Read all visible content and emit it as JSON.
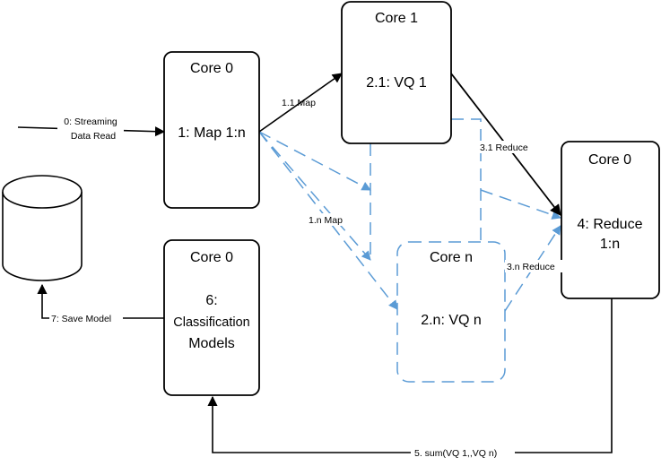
{
  "colors": {
    "stroke": "#000000",
    "dashed": "#5b9bd5",
    "background": "#ffffff"
  },
  "nodes": {
    "map": {
      "title": "Core 0",
      "label": "1: Map 1:n"
    },
    "vq1": {
      "title": "Core 1",
      "label": "2.1: VQ 1"
    },
    "vqn": {
      "title": "Core n",
      "label": "2.n: VQ n"
    },
    "reduce": {
      "title": "Core 0",
      "label_line1": "4: Reduce",
      "label_line2": "1:n"
    },
    "classify": {
      "title": "Core 0",
      "label_line1": "6:",
      "label_line2": "Classification",
      "label_line3": "Models"
    },
    "database": {
      "icon": "database-icon"
    }
  },
  "edges": {
    "streaming_line1": "0: Streaming",
    "streaming_line2": "Data Read",
    "map_1": "1.1 Map",
    "map_n": "1.n Map",
    "reduce_1": "3.1 Reduce",
    "reduce_n": "3.n Reduce",
    "sum": "5. sum(VQ 1,,VQ n)",
    "save": "7: Save Model"
  }
}
